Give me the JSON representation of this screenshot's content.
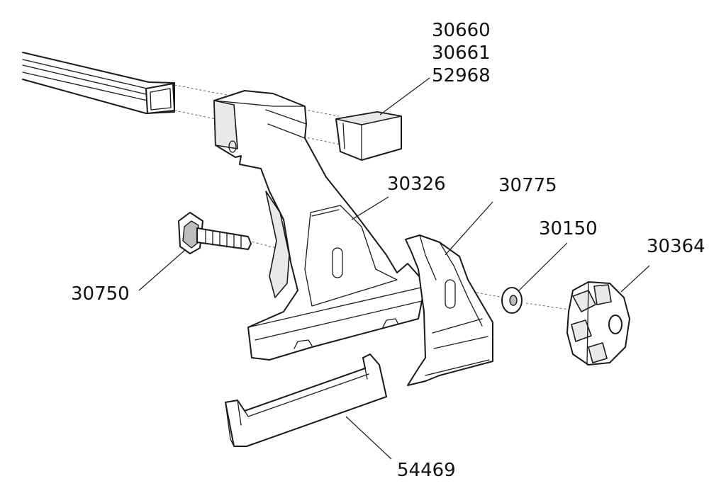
{
  "parts": [
    {
      "id": "cap",
      "numbers": [
        "30660",
        "30661",
        "52968"
      ]
    },
    {
      "id": "foot",
      "numbers": [
        "30326"
      ]
    },
    {
      "id": "clamp-plate",
      "numbers": [
        "30775"
      ]
    },
    {
      "id": "washer",
      "numbers": [
        "30150"
      ]
    },
    {
      "id": "knob",
      "numbers": [
        "30364"
      ]
    },
    {
      "id": "t-bolt",
      "numbers": [
        "30750"
      ]
    },
    {
      "id": "pad",
      "numbers": [
        "54469"
      ]
    }
  ]
}
